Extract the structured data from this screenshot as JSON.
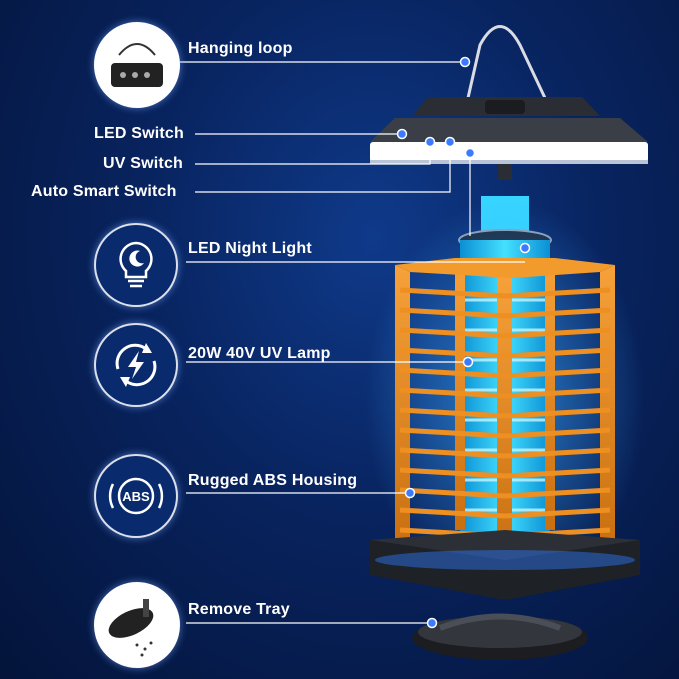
{
  "features": {
    "hanging_loop": "Hanging loop",
    "led_switch": "LED Switch",
    "uv_switch": "UV Switch",
    "auto_smart_switch": "Auto Smart Switch",
    "led_night_light": "LED Night Light",
    "uv_lamp": "20W 40V UV Lamp",
    "abs_housing": "Rugged ABS Housing",
    "remove_tray": "Remove Tray"
  },
  "icons": {
    "hanging_loop": "lantern-top-photo",
    "led_night_light": "bulb-moon-icon",
    "uv_lamp": "lightning-cycle-icon",
    "abs_housing": "abs-badge-icon",
    "remove_tray": "tray-photo"
  },
  "abs_icon_text": "ABS",
  "colors": {
    "background": "#08235e",
    "housing_orange": "#e8891c",
    "uv_glow": "#29c7ff",
    "leader_line": "#ffffff",
    "dot": "#3b7bff"
  }
}
